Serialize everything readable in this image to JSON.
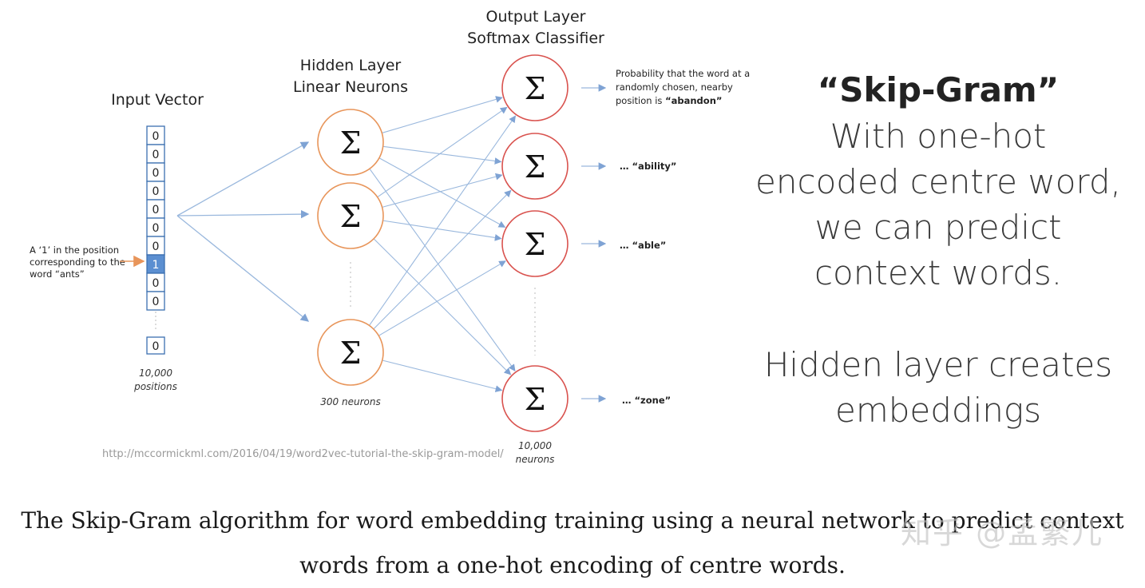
{
  "diagram": {
    "input_title": "Input Vector",
    "hidden_title_1": "Hidden Layer",
    "hidden_title_2": "Linear Neurons",
    "output_title_1": "Output Layer",
    "output_title_2": "Softmax Classifier",
    "input_cells": [
      "0",
      "0",
      "0",
      "0",
      "0",
      "0",
      "0",
      "1",
      "0",
      "0"
    ],
    "input_last_cell": "0",
    "input_count_1": "10,000",
    "input_count_2": "positions",
    "one_annotation": [
      "A ‘1’ in the position",
      "corresponding to the",
      "word “ants”"
    ],
    "neuron_symbol": "Σ",
    "hidden_count": "300 neurons",
    "output_count_1": "10,000",
    "output_count_2": "neurons",
    "prob_line_1": "Probability that the word at a",
    "prob_line_2": "randomly chosen, nearby",
    "prob_line_3_prefix": "position is ",
    "prob_word_1": "“abandon”",
    "out_2": "… “ability”",
    "out_3": "… “able”",
    "out_4": "… “zone”",
    "source_url": "http://mccormickml.com/2016/04/19/word2vec-tutorial-the-skip-gram-model/",
    "accent_hidden": "#e8955a",
    "accent_output": "#d9534f",
    "accent_onehot": "#5b8fd1",
    "arrow_color": "#9ab8dd"
  },
  "side_text": {
    "title": "“Skip-Gram”",
    "line1": "With one-hot",
    "line2": "encoded centre word,",
    "line3": "we can predict",
    "line4": "context words.",
    "line5": "Hidden layer creates",
    "line6": "embeddings"
  },
  "caption": {
    "line1": "The Skip-Gram algorithm for word embedding training using a neural network to predict context",
    "line2": "words from a one-hot encoding of centre words."
  },
  "watermark": "知乎 @孟繁儿"
}
